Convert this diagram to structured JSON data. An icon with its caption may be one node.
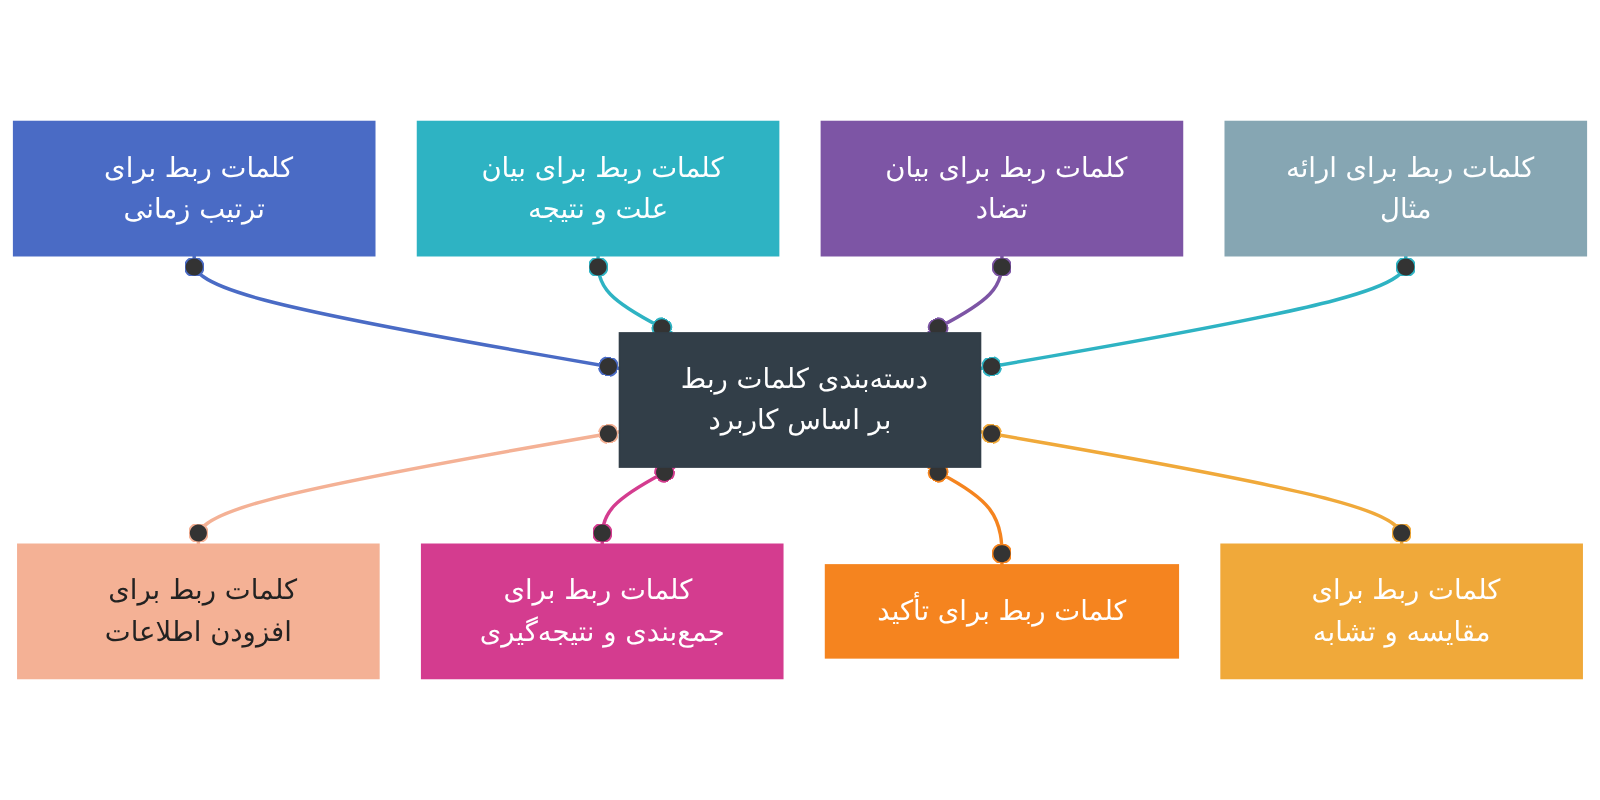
{
  "diagram": {
    "nodes": [
      {
        "text": [
          "کلمات ربط برای ترتیب زمانی"
        ]
      },
      {
        "text": [
          "کلمات ربط برای بیان علت و نتیجه"
        ]
      },
      {
        "text": [
          "کلمات ربط برای بیان تضاد"
        ]
      },
      {
        "text": [
          "کلمات ربط برای ارائه مثال"
        ]
      },
      {
        "text": [
          "دسته‌بندی کلمات ربط بر اساس کاربرد"
        ]
      },
      {
        "text": [
          "کلمات ربط برای افزودن اطلاعات"
        ]
      },
      {
        "text": [
          "کلمات ربط برای جمع‌بندی و نتیجه‌گیری"
        ]
      },
      {
        "text": [
          "کلمات ربط برای تأکید"
        ]
      },
      {
        "text": [
          "کلمات ربط برای مقایسه و تشابه"
        ]
      }
    ],
    "edges": [
      {
        "from": 0,
        "to": 4,
        "arrow": "other",
        "color": "#4a6bc5"
      },
      {
        "from": 1,
        "to": 4,
        "arrow": "other",
        "color": "#2eb3c3"
      },
      {
        "from": 2,
        "to": 4,
        "arrow": "other",
        "color": "#7d55a5"
      },
      {
        "from": 3,
        "to": 4,
        "arrow": "other",
        "color": "#2eb3c3"
      },
      {
        "from": 4,
        "to": 5,
        "arrow": "other",
        "color": "#f4b195"
      },
      {
        "from": 4,
        "to": 6,
        "arrow": "other",
        "color": "#d43c8f"
      },
      {
        "from": 4,
        "to": 7,
        "arrow": "other",
        "color": "#f5841f"
      },
      {
        "from": 4,
        "to": 8,
        "arrow": "other",
        "color": "#f0a93a"
      }
    ]
  }
}
